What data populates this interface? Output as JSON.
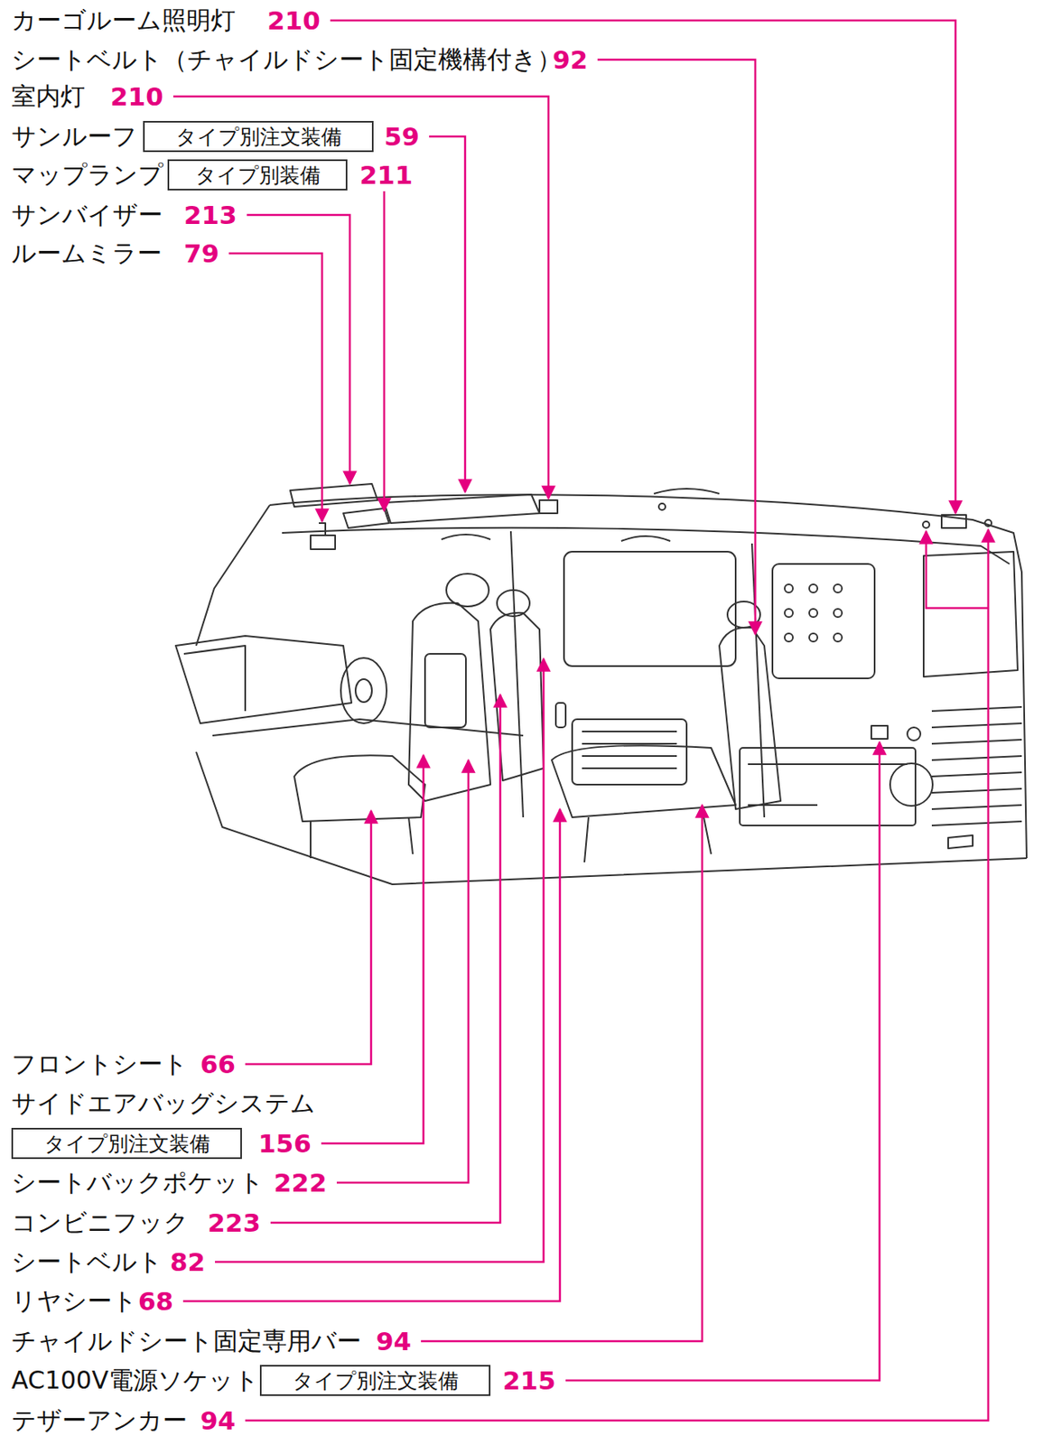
{
  "diagram": {
    "nodes": [
      {
        "text": [
          "タイプ別注文装備"
        ]
      },
      {
        "text": [
          "タイプ別装備"
        ]
      },
      {
        "text": [
          "タイプ別注文装備"
        ]
      },
      {
        "text": [
          "タイプ別注文装備"
        ]
      }
    ],
    "labels": [
      "カーゴルーム照明灯",
      "210",
      "シートベルト（チャイルドシート固定機構付き）",
      "92",
      "室内灯",
      "210",
      "サンルーフ",
      "59",
      "マップランプ",
      "211",
      "サンバイザー",
      "213",
      "ルームミラー",
      "79",
      "フロントシート",
      "66",
      "サイドエアバッグシステム",
      "156",
      "シートバックポケット",
      "222",
      "コンビニフック",
      "223",
      "シートベルト",
      "82",
      "リヤシート",
      "68",
      "チャイルドシート固定専用バー",
      "94",
      "AC100V電源ソケット",
      "215",
      "テザーアンカー",
      "94"
    ]
  }
}
